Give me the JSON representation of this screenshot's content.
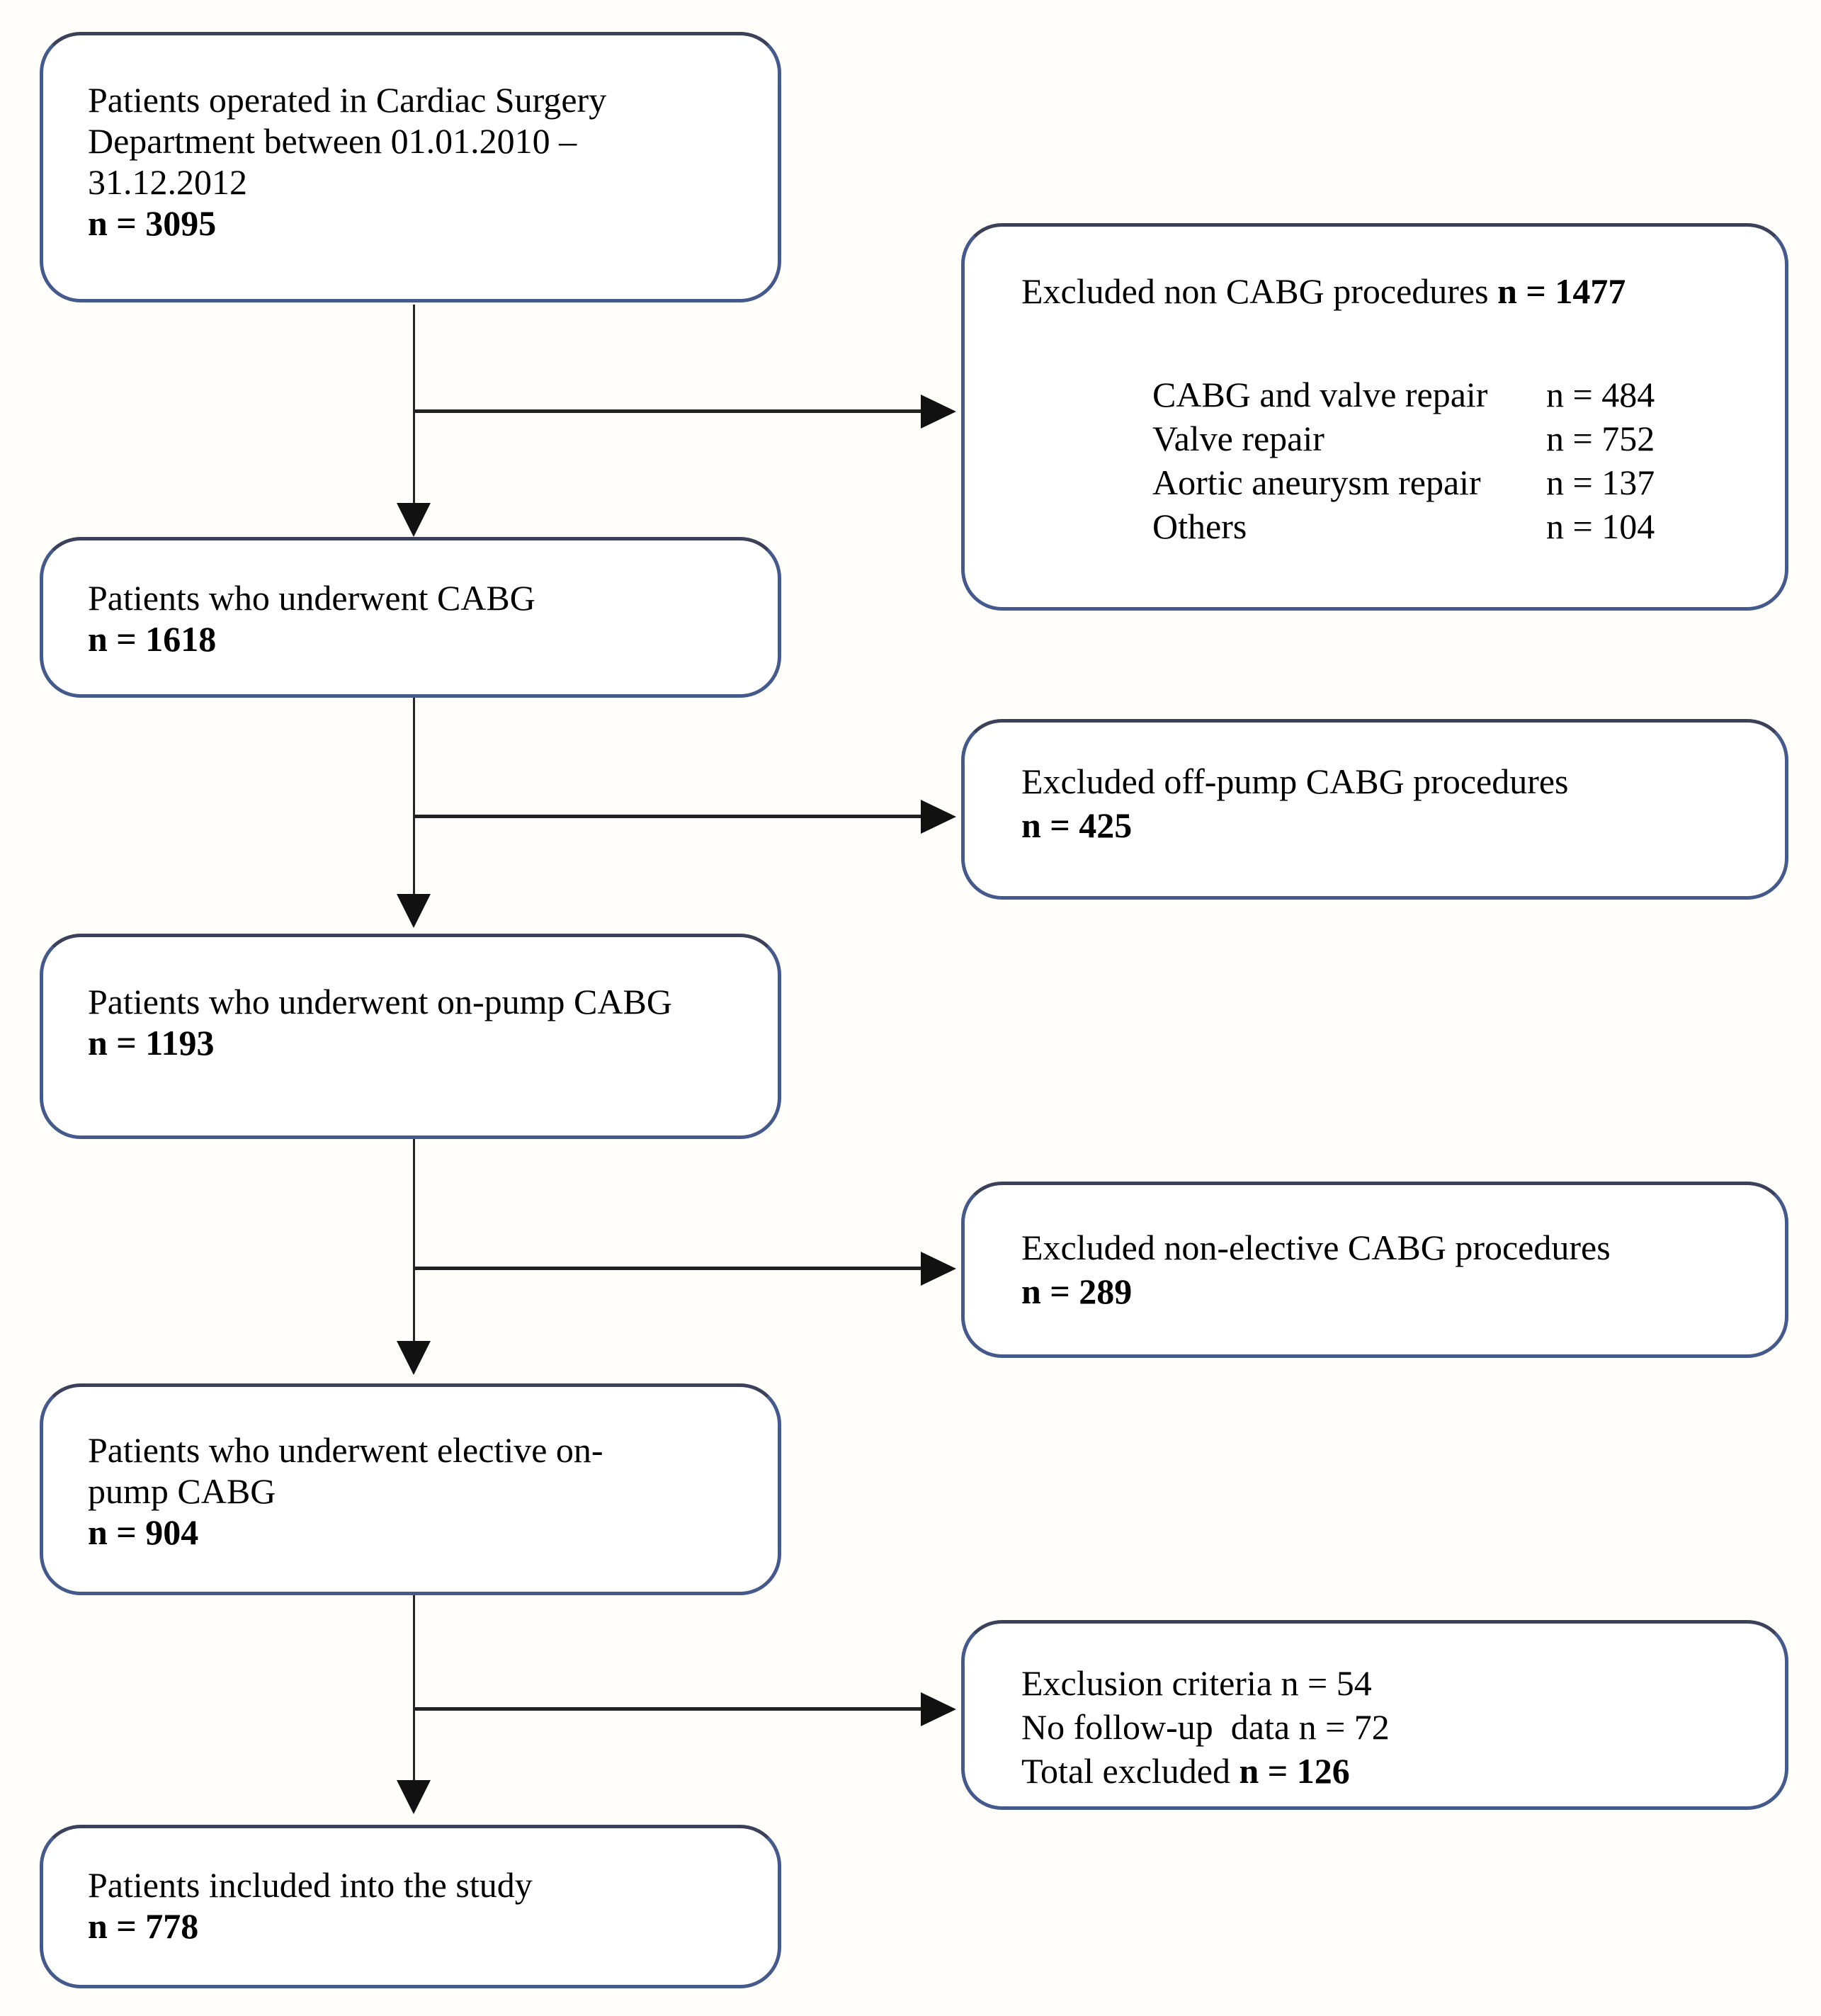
{
  "boxes": {
    "source": {
      "lines": [
        "Patients operated in Cardiac Surgery",
        "Department between 01.01.2010 –",
        "31.12.2012"
      ],
      "n_label": "n = 3095"
    },
    "excluded_non_cabg": {
      "header_text": "Excluded non CABG procedures ",
      "header_n": "n = 1477",
      "items": [
        {
          "label": "CABG and valve repair",
          "value": "n = 484"
        },
        {
          "label": "Valve repair",
          "value": "n = 752"
        },
        {
          "label": "Aortic aneurysm repair",
          "value": "n = 137"
        },
        {
          "label": "Others",
          "value": "n = 104"
        }
      ]
    },
    "cabg": {
      "lines": [
        "Patients who underwent CABG"
      ],
      "n_label": "n = 1618"
    },
    "excluded_offpump": {
      "line": "Excluded off-pump CABG procedures",
      "n_label": "n = 425"
    },
    "onpump": {
      "lines": [
        "Patients who underwent on-pump CABG"
      ],
      "n_label": "n = 1193"
    },
    "excluded_nonelective": {
      "line": "Excluded non-elective CABG procedures",
      "n_label": "n = 289"
    },
    "elective": {
      "lines": [
        "Patients who underwent elective on-",
        "pump CABG"
      ],
      "n_label": "n = 904"
    },
    "excluded_criteria": {
      "line1": "Exclusion criteria n = 54",
      "line2": "No follow-up  data n = 72",
      "line3_text": "Total excluded ",
      "line3_n": "n = 126"
    },
    "included": {
      "lines": [
        "Patients included into the study"
      ],
      "n_label": "n = 778"
    }
  },
  "colors": {
    "box_border": "#44598c",
    "connector": "#222222",
    "text": "#000000"
  }
}
